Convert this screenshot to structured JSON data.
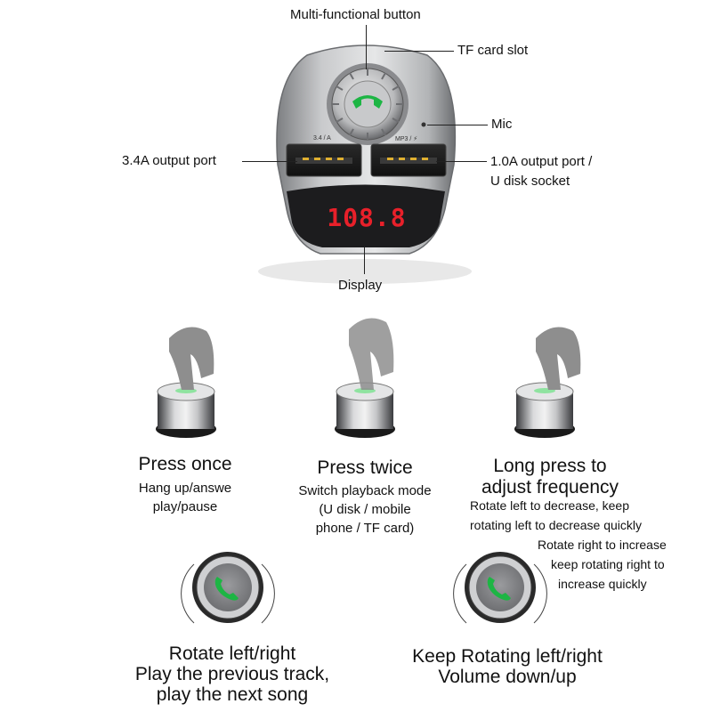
{
  "labels": {
    "multi_button": "Multi-functional button",
    "tf_slot": "TF card slot",
    "mic": "Mic",
    "port_34": "3.4A output port",
    "port_10_line1": "1.0A output port /",
    "port_10_line2": "U disk socket",
    "display": "Display"
  },
  "device": {
    "display_value": "108.8",
    "port_left_tag": "3.4 / A",
    "port_right_tag": "MP3 / ⚡",
    "display_color": "#e8202a",
    "accent_green": "#1db544"
  },
  "actions": {
    "press_once": {
      "title": "Press once",
      "lines": [
        "Hang up/answe",
        "play/pause"
      ]
    },
    "press_twice": {
      "title": "Press twice",
      "lines": [
        "Switch playback mode",
        "(U disk / mobile",
        "phone / TF card)"
      ]
    },
    "long_press": {
      "title_lines": [
        "Long press to",
        "adjust frequency"
      ],
      "lines": [
        "Rotate left to decrease, keep",
        "rotating left to decrease quickly"
      ],
      "lines_right": [
        "Rotate right to increase",
        "keep rotating right to",
        "increase quickly"
      ]
    },
    "rotate": {
      "title_lines": [
        "Rotate left/right",
        "Play the previous track,",
        "play the next song"
      ]
    },
    "keep_rotating": {
      "title_lines": [
        "Keep Rotating left/right",
        "Volume down/up"
      ]
    }
  }
}
